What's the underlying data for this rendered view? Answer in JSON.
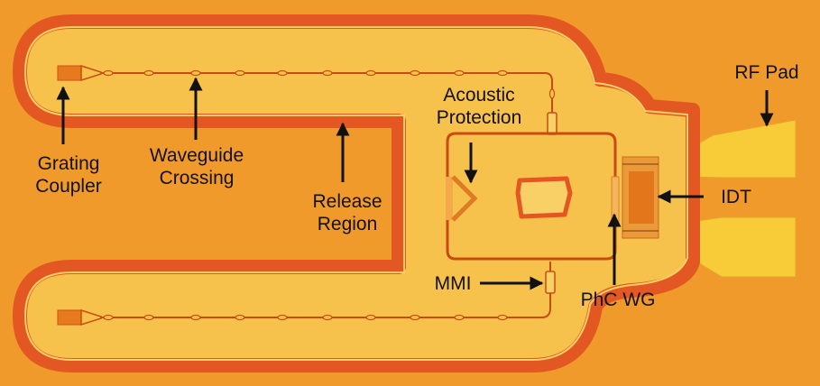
{
  "image": {
    "colors": {
      "substrate": "#f19a2c",
      "release_rim": "#e35822",
      "released_membrane": "#f7c24c",
      "waveguide": "#c94a12",
      "gold_pad": "#f8cc38",
      "idt_dark": "#e3751a",
      "label_text": "#111111",
      "arrow": "#111111"
    }
  },
  "labels": {
    "grating_coupler": [
      "Grating",
      "Coupler"
    ],
    "waveguide_crossing": [
      "Waveguide",
      "Crossing"
    ],
    "release_region": [
      "Release",
      "Region"
    ],
    "acoustic_protection": [
      "Acoustic",
      "Protection"
    ],
    "mmi": "MMI",
    "phc_wg": "PhC WG",
    "idt": "IDT",
    "rf_pad": "RF Pad"
  }
}
